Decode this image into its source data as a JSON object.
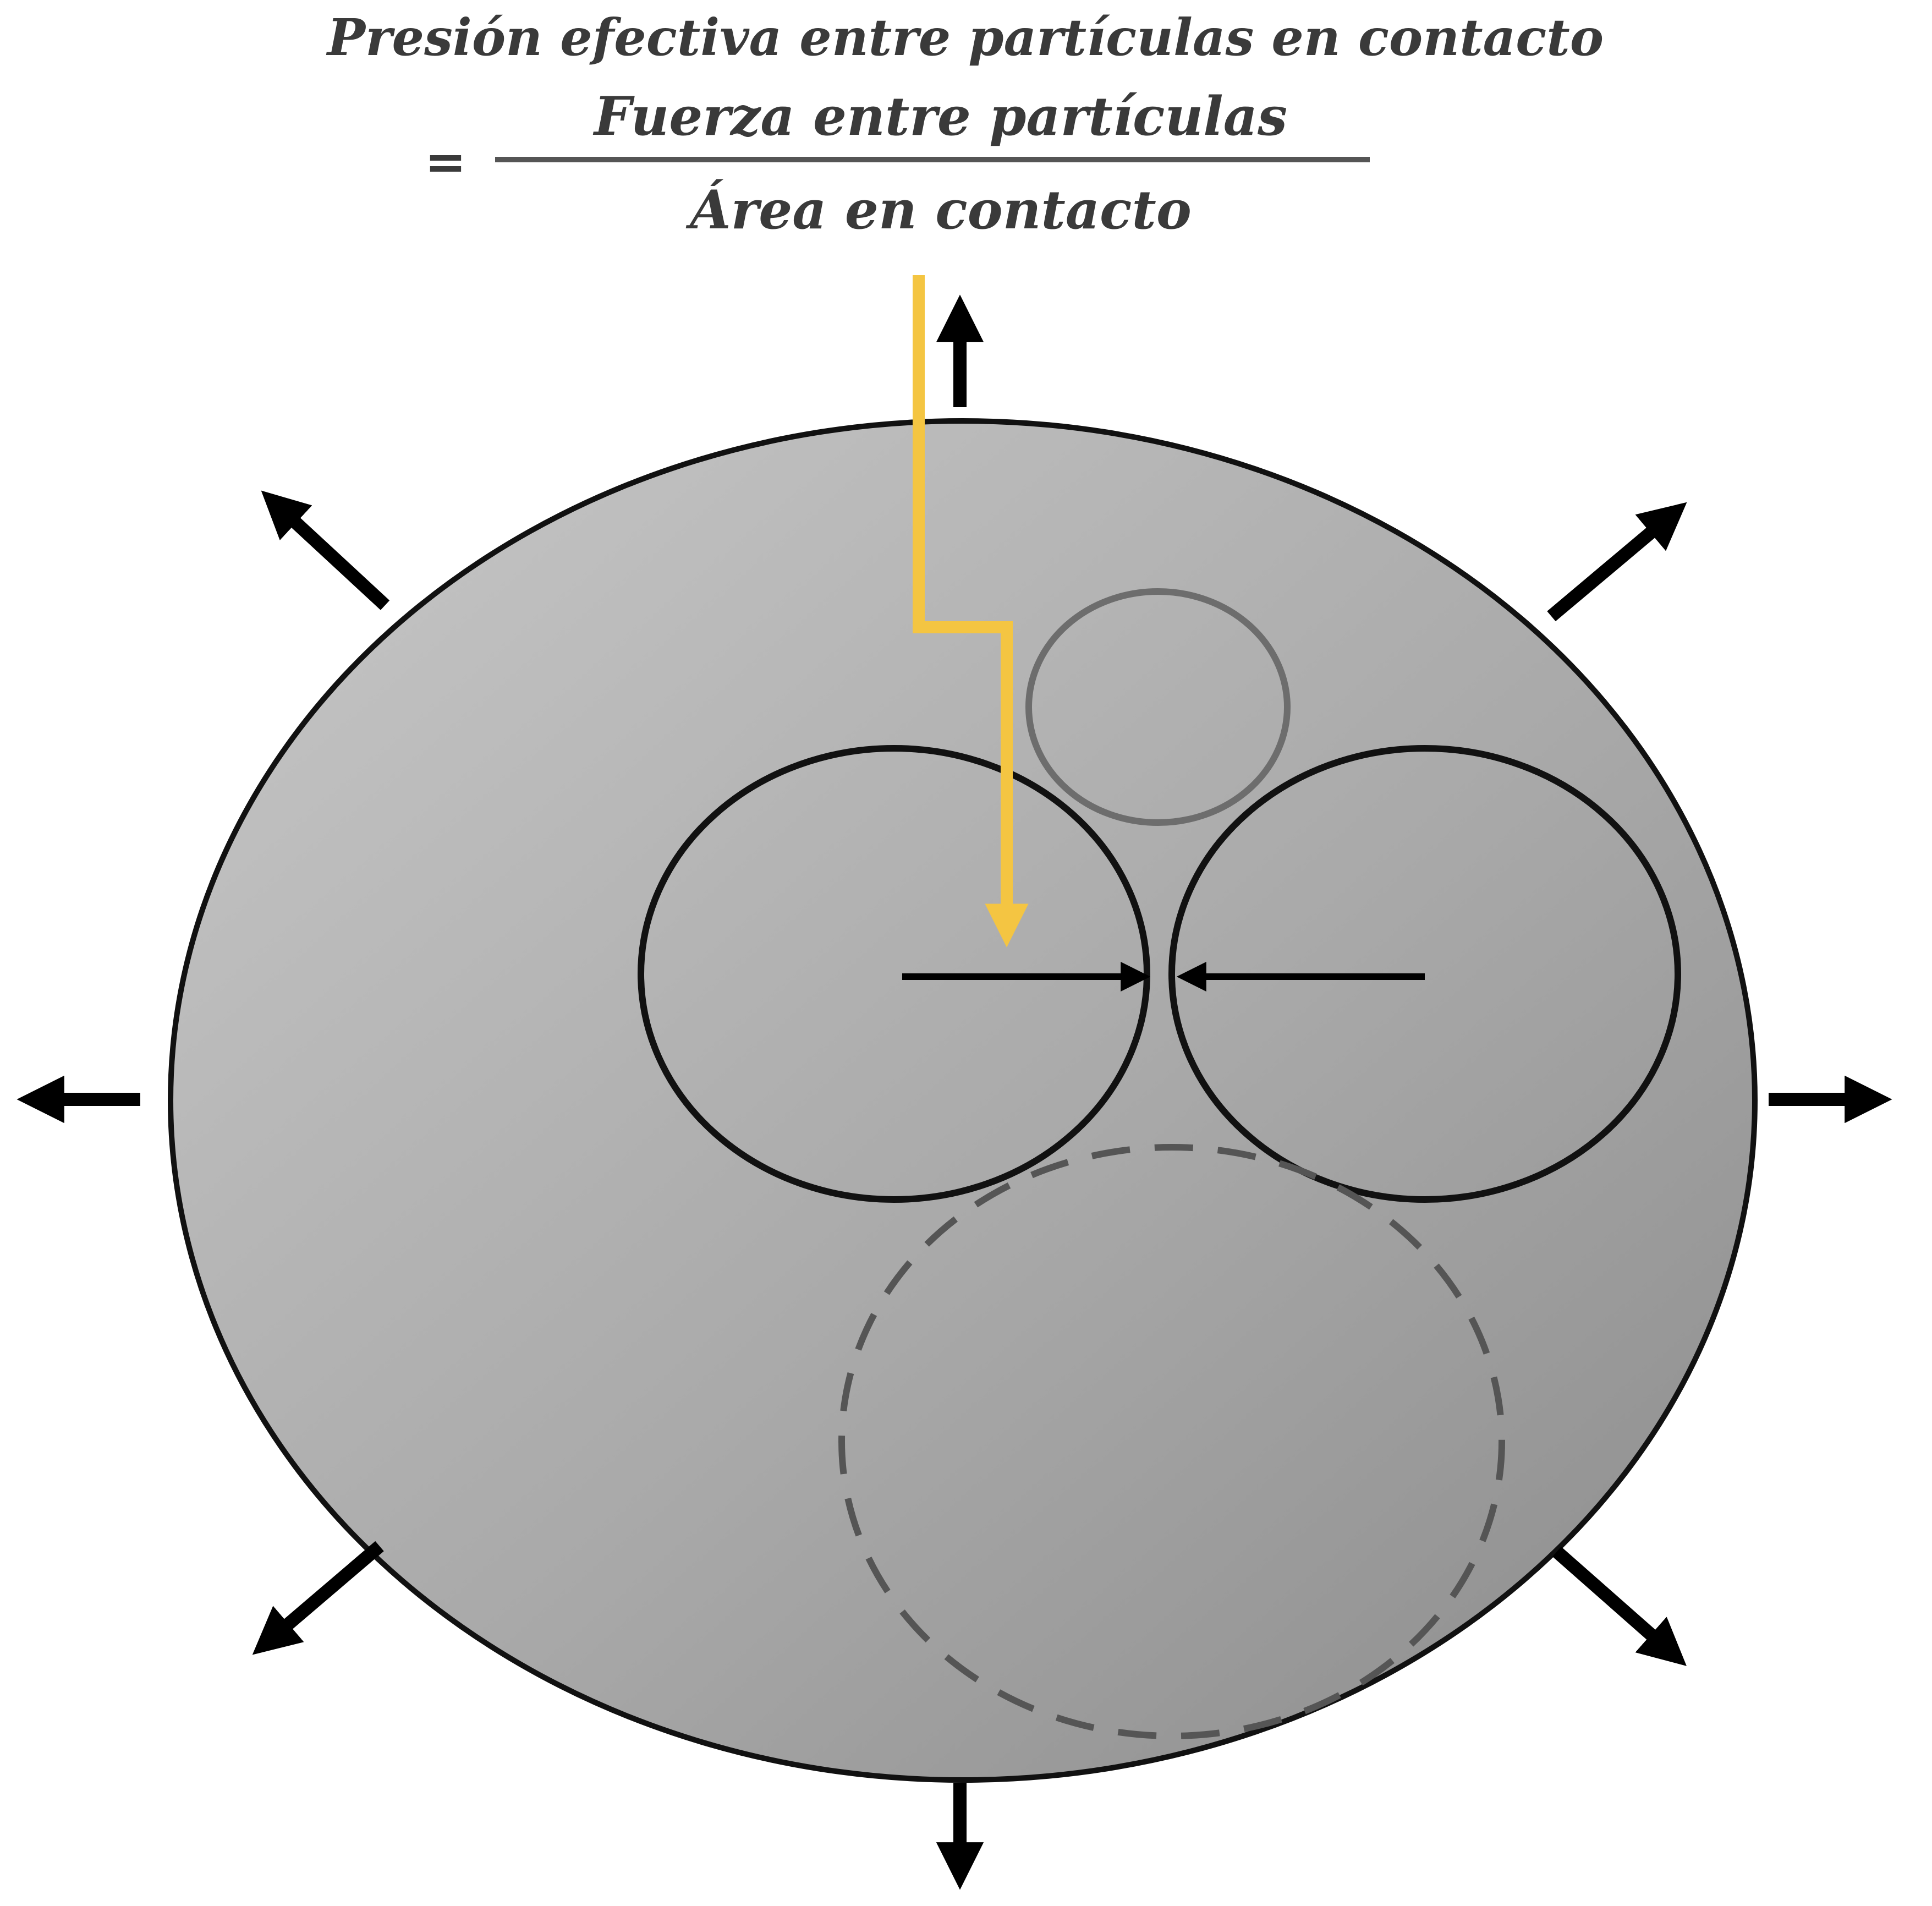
{
  "formula": {
    "line1": "Presión efectiva entre partículas en contacto",
    "equals": "=",
    "numerator": "Fuerza entre partículas",
    "denominator": "Área en contacto"
  },
  "colors": {
    "background": "#ffffff",
    "soil_fill_light": "#c2c2c2",
    "soil_fill_dark": "#8e8e8e",
    "outline": "#111111",
    "faint_particle": "#6d6d6d",
    "dashed_particle": "#555555",
    "pointer": "#f4c542",
    "arrow": "#000000",
    "formula_text": "#3a3a3a"
  }
}
